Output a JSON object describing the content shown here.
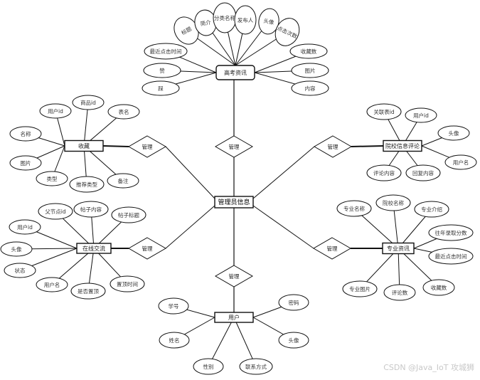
{
  "center": "管理员信息",
  "relation_label": "管理",
  "entities": {
    "news": {
      "name": "高考资讯",
      "attrs": [
        "标题",
        "简介",
        "分类名称",
        "发布人",
        "头像",
        "点击次数",
        "最近点击时间",
        "赞",
        "踩",
        "收藏数",
        "图片",
        "内容"
      ]
    },
    "favorite": {
      "name": "收藏",
      "attrs": [
        "用户id",
        "商品id",
        "表名",
        "名称",
        "图片",
        "类型",
        "推荐类型",
        "备注"
      ]
    },
    "forum": {
      "name": "在线交流",
      "attrs": [
        "父节点id",
        "帖子内容",
        "帖子标题",
        "用户id",
        "头像",
        "状态",
        "用户名",
        "是否置顶",
        "置顶时间"
      ]
    },
    "comment": {
      "name": "院校信息评论",
      "attrs": [
        "关联表id",
        "用户id",
        "头像",
        "用户名",
        "评论内容",
        "回复内容"
      ]
    },
    "major": {
      "name": "专业资讯",
      "attrs": [
        "专业名称",
        "院校名称",
        "专业介绍",
        "往年录取分数",
        "最近点击时间",
        "专业图片",
        "评论数",
        "收藏数"
      ]
    },
    "user": {
      "name": "用户",
      "attrs": [
        "学号",
        "姓名",
        "性别",
        "联系方式",
        "密码",
        "头像"
      ]
    }
  },
  "watermark": "CSDN @Java_IoT 攻城狮"
}
